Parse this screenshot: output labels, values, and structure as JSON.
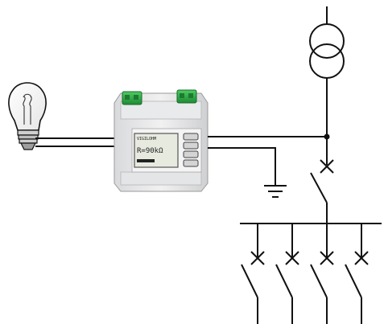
{
  "diagram": {
    "monitor": {
      "display_reading": "R=90kΩ",
      "display_header": "VIGILOHM",
      "button_count": 4,
      "terminal_color": "#2ea043"
    },
    "wire_color": "#111111",
    "feeder_count": 4
  }
}
